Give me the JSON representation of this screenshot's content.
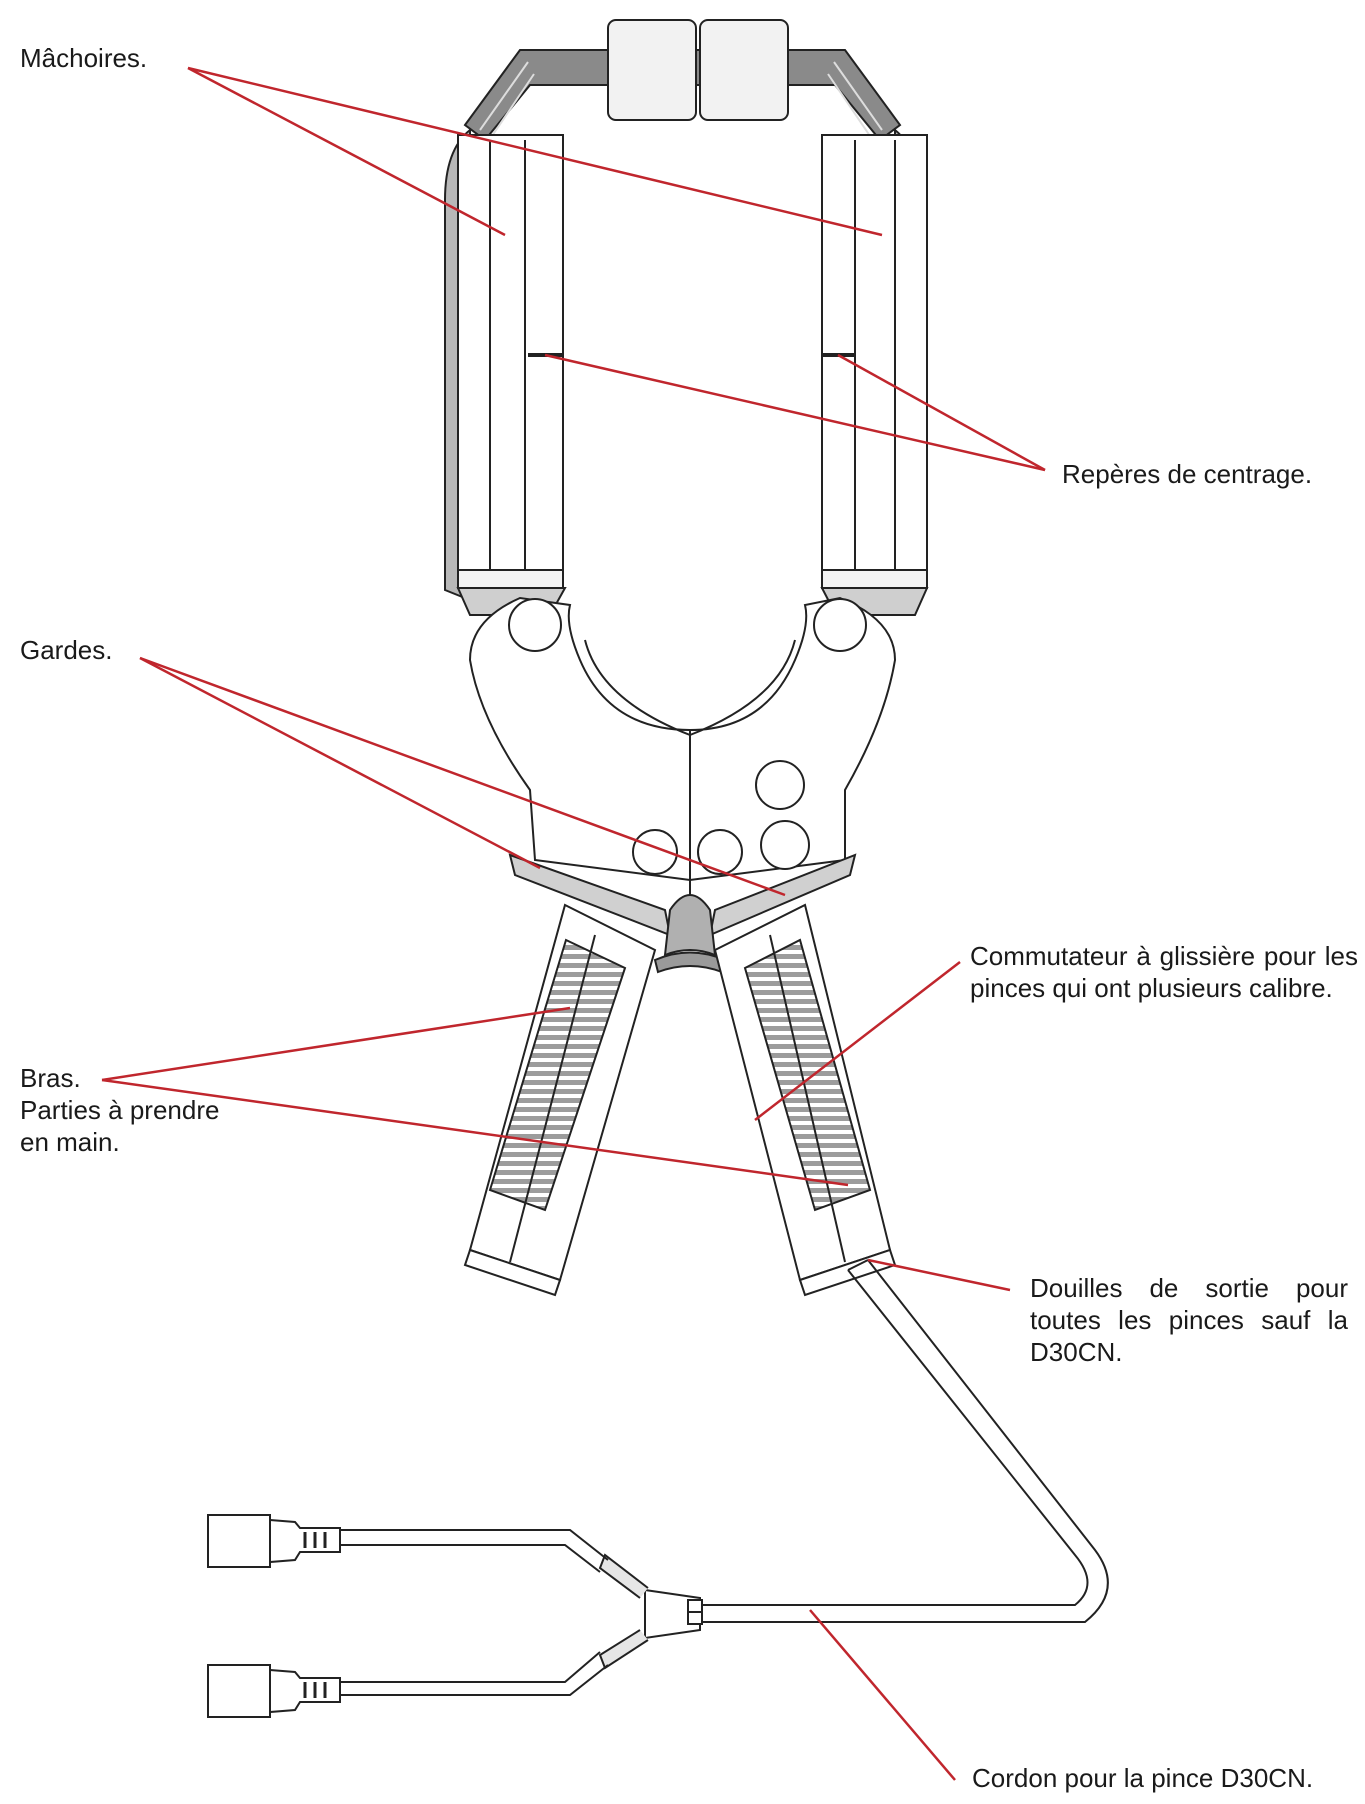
{
  "colors": {
    "leader": "#c0262d",
    "outline": "#222222",
    "fill": "#ffffff",
    "shade": "#d4d4d4",
    "shade_dark": "#9a9a9a"
  },
  "labels": {
    "jaws": "Mâchoires.",
    "centering_marks": "Repères de centrage.",
    "guards": "Gardes.",
    "slide_switch": "Commutateur à glissière pour les pinces qui ont plusieurs calibre.",
    "arms_lines": [
      "Bras.",
      "Parties à prendre",
      "en main."
    ],
    "output_sockets": "Douilles de sortie pour toutes les pinces sauf la D30CN.",
    "cord": "Cordon pour la pince D30CN."
  }
}
